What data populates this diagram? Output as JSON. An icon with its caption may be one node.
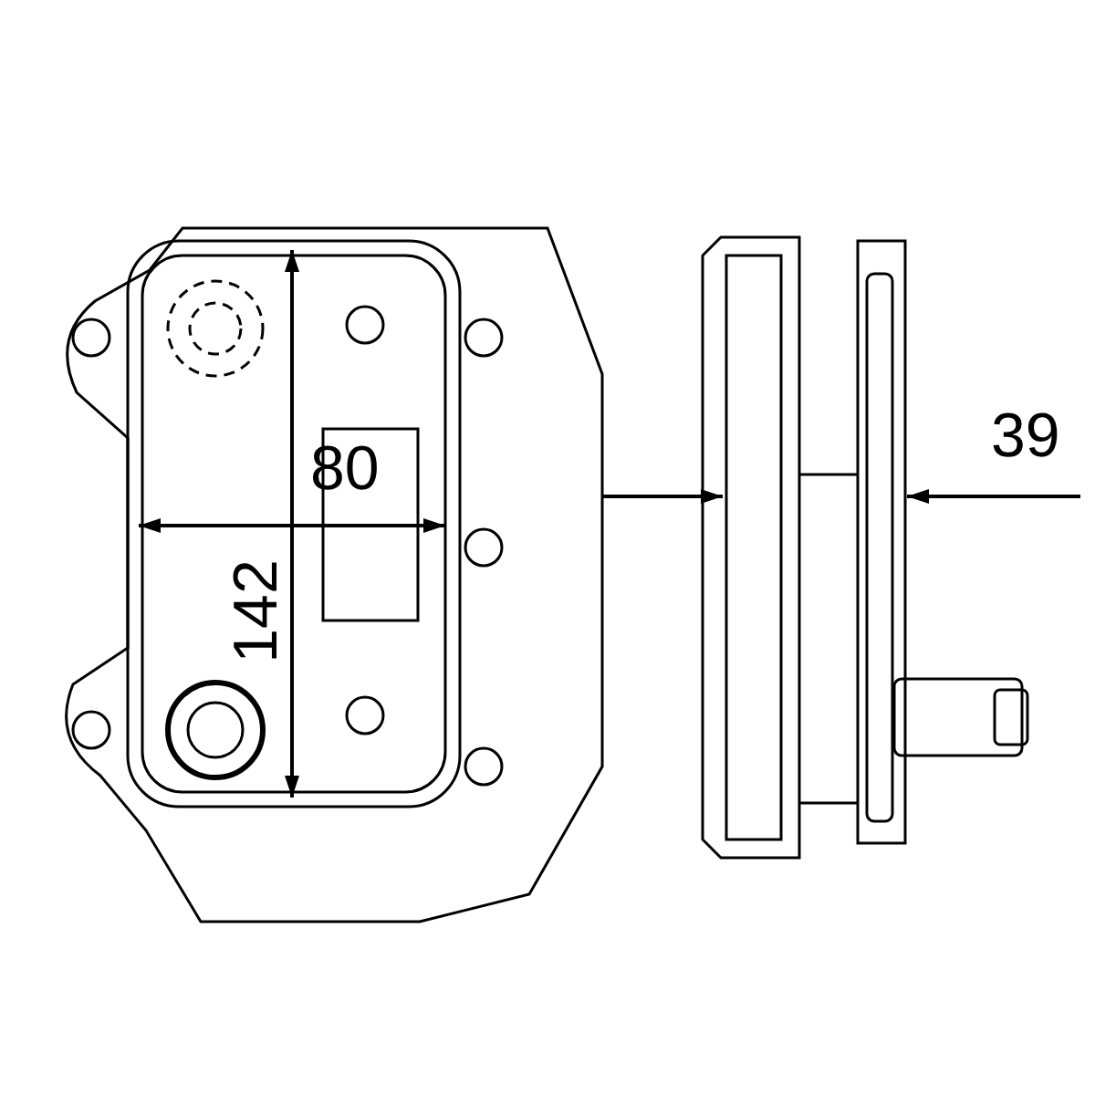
{
  "diagram": {
    "labels": [
      "80",
      "142",
      "39"
    ]
  }
}
